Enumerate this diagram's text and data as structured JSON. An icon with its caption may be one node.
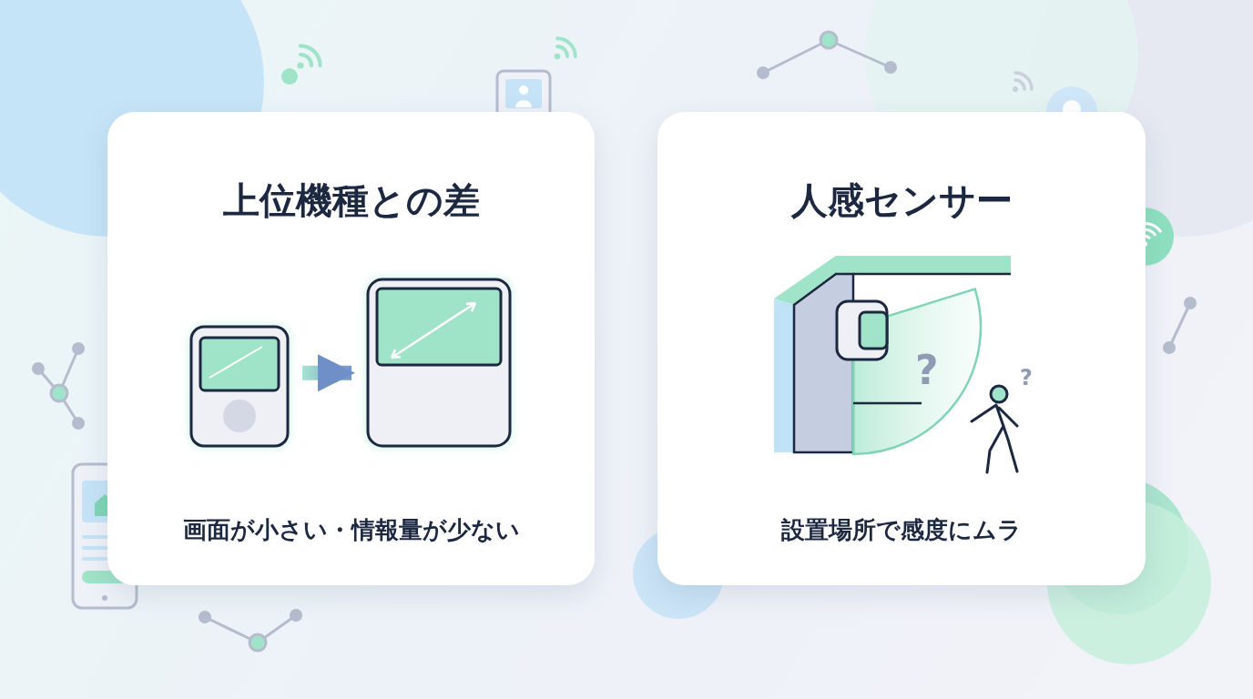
{
  "diagram": {
    "nodes": [
      {
        "text": [
          "上位機種との差",
          "画面が小さい・情報量が少ない"
        ]
      },
      {
        "text": [],
        "shape": "picture",
        "in": 0
      },
      {
        "text": [],
        "shape": "picture",
        "in": 0
      },
      {
        "text": [
          "人感センサー",
          "設置場所で感度にムラ"
        ]
      }
    ],
    "edges": [
      {
        "from": 1,
        "to": 2,
        "arrow": "to",
        "style": "thick"
      }
    ],
    "labels": [
      "?",
      "?"
    ]
  }
}
